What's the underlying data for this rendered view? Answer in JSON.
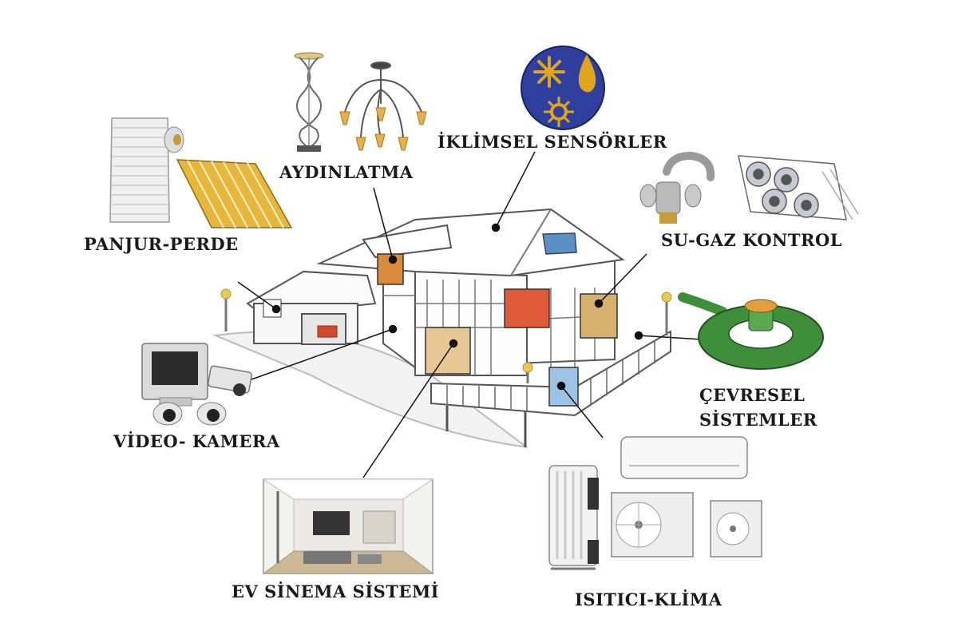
{
  "labels": {
    "aydinlatma": "AYDINLATMA",
    "iklimsel": "İKLİMSEL SENSÖRLER",
    "panjur": "PANJUR-PERDE",
    "sugaz": "SU-GAZ KONTROL",
    "cevresel_1": "ÇEVRESEL",
    "cevresel_2": "SİSTEMLER",
    "video": "VİDEO- KAMERA",
    "sinema": "EV SİNEMA SİSTEMİ",
    "isitici": "ISITICI-KLİMA"
  },
  "icons": [
    "roller-shutter-icon",
    "solar-panel-icon",
    "floor-lamp-icon",
    "chandelier-icon",
    "weather-sensor-icon",
    "faucet-icon",
    "gas-burner-icon",
    "sprinkler-icon",
    "cctv-monitor-icon",
    "security-camera-icon",
    "home-theater-icon",
    "oil-heater-icon",
    "air-conditioner-icon",
    "house-icon"
  ],
  "colors": {
    "sensor_disc": "#2f3f9e",
    "sensor_symbols": "#e0a51a",
    "sprinkler": "#3f8f3a",
    "solar": "#e7b63a",
    "text": "#1a1a1a"
  }
}
